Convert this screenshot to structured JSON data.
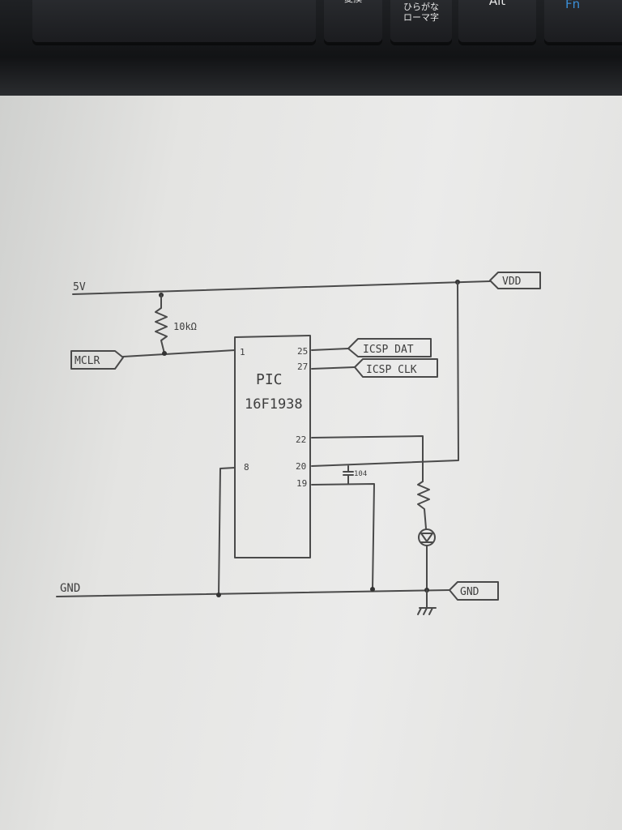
{
  "keyboard": {
    "keys": [
      "変換",
      "ひらがな",
      "ローマ字",
      "Alt",
      "Fn"
    ]
  },
  "schematic": {
    "supply_label": "5V",
    "vdd_tag": "VDD",
    "resistor_label": "10kΩ",
    "mclr_tag": "MCLR",
    "chip_name": "PIC",
    "chip_part": "16F1938",
    "pins": {
      "p1": "1",
      "p25": "25",
      "p27": "27",
      "p22": "22",
      "p20": "20",
      "p19": "19",
      "p8": "8"
    },
    "icsp_dat_tag": "ICSP DAT",
    "icsp_clk_tag": "ICSP CLK",
    "capacitor_label": "104",
    "gnd_label": "GND",
    "gnd_tag": "GND"
  }
}
